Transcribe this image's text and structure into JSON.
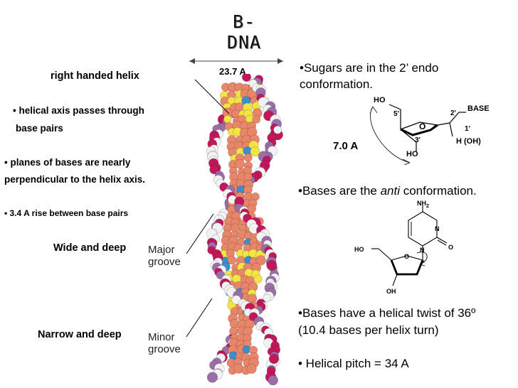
{
  "title_line1": "B-",
  "title_line2": "DNA",
  "width_label": "23.7 A",
  "left": {
    "right_handed": "right handed helix",
    "axis_l1": "helical axis passes through",
    "axis_l2": "base pairs",
    "planes_l1": "planes of bases are nearly",
    "planes_l2": "perpendicular to the helix axis.",
    "rise": "3.4 A rise between base pairs",
    "wide": "Wide and deep",
    "narrow": "Narrow and deep",
    "bullet": "•"
  },
  "grooves": {
    "major_l1": "Major",
    "major_l2": "groove",
    "minor_l1": "Minor",
    "minor_l2": "groove"
  },
  "right": {
    "sugars_l1": "•Sugars are in the 2’ endo",
    "sugars_l2": "conformation.",
    "bases_pre": "•Bases are the ",
    "bases_em": "anti",
    "bases_post": " conformation.",
    "twist_l1": "•Bases have a helical twist of 36º",
    "twist_l2": "(10.4 bases per helix turn)",
    "pitch": "• Helical pitch = 34 A"
  },
  "sugar_diagram": {
    "ho_top": "HO",
    "five": "5'",
    "two": "2'",
    "three": "3'",
    "one": "1'",
    "o": "O",
    "base": "BASE",
    "h_oh": "H (OH)",
    "ho_bottom": "HO",
    "distance": "7.0 A"
  },
  "nucleoside": {
    "nh2": "NH",
    "nh2_sub": "2",
    "n3": "N",
    "n1": "N",
    "o2": "O",
    "o_ring": "O",
    "ho": "HO",
    "oh": "OH"
  },
  "colors": {
    "backbone_magenta": "#c2185b",
    "backbone_white": "#f2f2f2",
    "backbone_purple": "#9a6fa8",
    "base_salmon": "#e8866a",
    "base_yellow": "#f3e443",
    "base_blue": "#3b8fd0"
  }
}
